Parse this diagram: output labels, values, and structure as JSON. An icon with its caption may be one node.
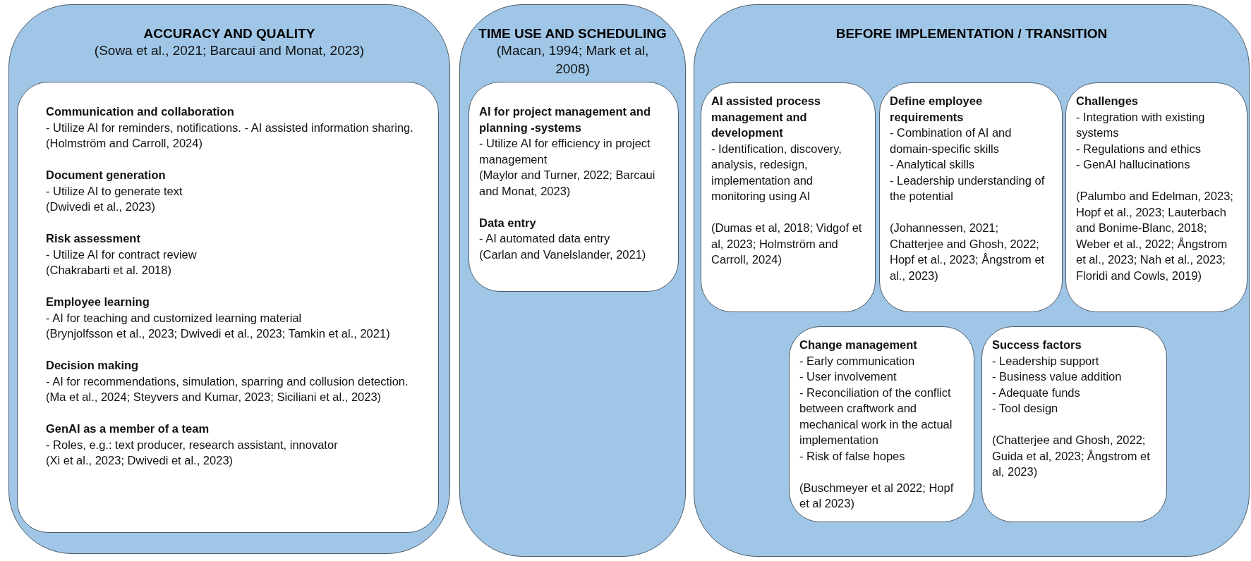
{
  "diagram": {
    "nodes": [
      {
        "text": [
          "ACCURACY AND QUALITY",
          "(Sowa et al., 2021; Barcaui and Monat, 2023)"
        ]
      },
      {
        "text": [
          "Communication and collaboration",
          "- Utilize AI for reminders, notifications. - AI assisted information sharing.",
          "(Holmström and Carroll, 2024)",
          "Document generation",
          "- Utilize AI to generate text",
          "(Dwivedi et al., 2023)",
          "Risk assessment",
          "- Utilize AI for contract review",
          "(Chakrabarti et al. 2018)",
          "Employee learning",
          "- AI for teaching and customized learning material",
          "(Brynjolfsson et al., 2023; Dwivedi et al., 2023; Tamkin et al., 2021)",
          "Decision making",
          "- AI for recommendations, simulation, sparring and collusion detection.",
          "(Ma et al., 2024; Steyvers and Kumar, 2023; Siciliani et al., 2023)",
          "GenAI as a member of a team",
          "- Roles, e.g.: text producer, research assistant, innovator",
          "(Xi et al., 2023; Dwivedi et al., 2023)"
        ],
        "in": 0
      },
      {
        "text": [
          "TIME USE AND SCHEDULING",
          "(Macan, 1994; Mark et al, 2008)"
        ]
      },
      {
        "text": [
          "AI for project management and planning -systems",
          "- Utilize AI for efficiency in project management",
          "(Maylor and Turner, 2022; Barcaui and Monat, 2023)",
          "Data entry",
          "- AI automated data entry",
          "(Carlan and Vanelslander, 2021)"
        ],
        "in": 2
      },
      {
        "text": [
          "BEFORE IMPLEMENTATION / TRANSITION"
        ]
      },
      {
        "text": [
          "AI assisted process management and development",
          "- Identification, discovery, analysis, redesign, implementation and monitoring using AI",
          "(Dumas et al, 2018; Vidgof et al, 2023; Holmström and Carroll, 2024)"
        ],
        "in": 4
      },
      {
        "text": [
          "Define employee requirements",
          "- Combination of AI and domain-specific skills",
          "- Analytical skills",
          "- Leadership understanding of the potential",
          "(Johannessen, 2021; Chatterjee and Ghosh, 2022; Hopf et al., 2023; Ångstrom et al., 2023)"
        ],
        "in": 4
      },
      {
        "text": [
          "Challenges",
          "- Integration with existing systems",
          "- Regulations and ethics",
          "- GenAI hallucinations",
          "(Palumbo and Edelman, 2023; Hopf et al., 2023; Lauterbach and Bonime-Blanc, 2018; Weber et al., 2022; Ångstrom et al., 2023; Nah et al., 2023; Floridi and Cowls, 2019)"
        ],
        "in": 4
      },
      {
        "text": [
          "Change management",
          "- Early communication",
          "- User involvement",
          "- Reconciliation of the conflict between craftwork and mechanical work in the actual implementation",
          "- Risk of false hopes",
          "(Buschmeyer et al 2022; Hopf et al 2023)"
        ],
        "in": 4
      },
      {
        "text": [
          "Success factors",
          "- Leadership support",
          "- Business value addition",
          "- Adequate funds",
          "- Tool design",
          "(Chatterjee and Ghosh, 2022; Guida et al, 2023; Ångstrom et al, 2023)"
        ],
        "in": 4
      }
    ],
    "edges": []
  }
}
